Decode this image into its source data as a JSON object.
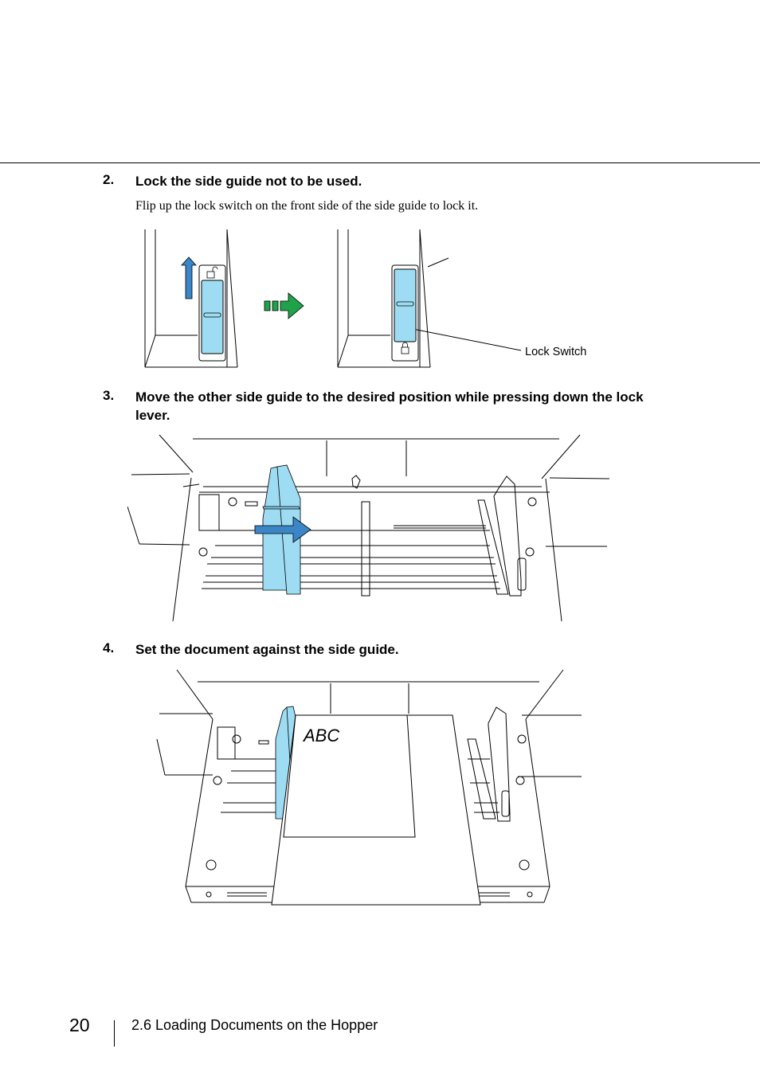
{
  "steps": [
    {
      "number": "2.",
      "heading": "Lock the side guide not to be used.",
      "body": "Flip up the lock switch on the front side of the side guide to lock it."
    },
    {
      "number": "3.",
      "heading": "Move the other side guide to the desired position while pressing down the lock lever."
    },
    {
      "number": "4.",
      "heading": "Set the document against the side guide."
    }
  ],
  "figure_lock": {
    "callout": "Lock Switch"
  },
  "figure_document": {
    "paper_text": "ABC"
  },
  "footer": {
    "page_number": "20",
    "section_title": "2.6 Loading Documents on the Hopper"
  },
  "colors": {
    "guide_blue": "#9ddcf2",
    "arrow_blue": "#3a86c6",
    "arrow_green": "#1fa24a"
  }
}
